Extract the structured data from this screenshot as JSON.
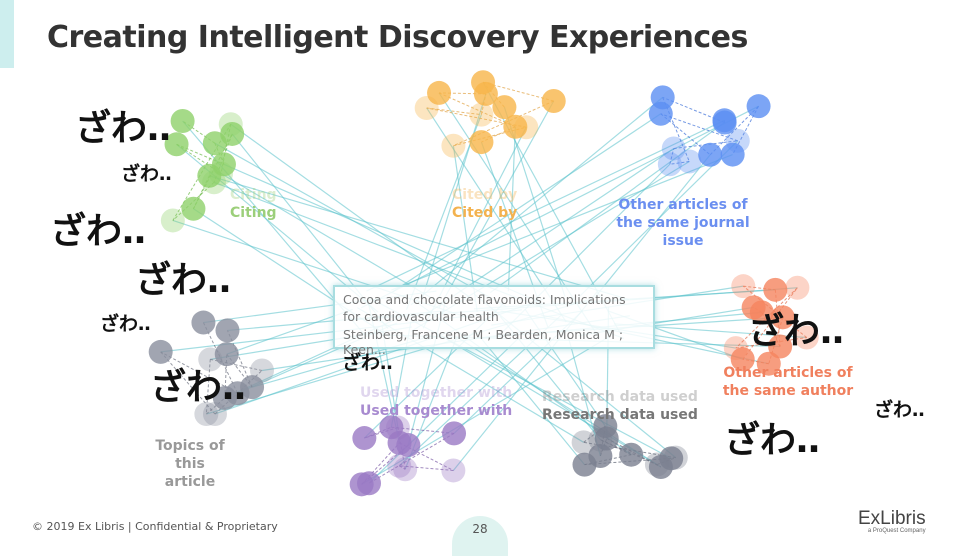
{
  "slide": {
    "title": "Creating Intelligent Discovery Experiences",
    "footer": "© 2019 Ex Libris | Confidential & Proprietary",
    "page_number": "28",
    "logo_text": "ExLibris",
    "logo_sub": "a ProQuest Company"
  },
  "center_card": {
    "title": "Cocoa and chocolate flavonoids: Implications for cardiovascular health",
    "authors": "Steinberg, Francene M ; Bearden, Monica M ; Keen..."
  },
  "clusters": [
    {
      "id": "citing",
      "label": "Citing",
      "color": "#8fd16a",
      "edge": "#6db94a"
    },
    {
      "id": "cited-by",
      "label": "Cited by",
      "color": "#f7b54a",
      "edge": "#e0a040"
    },
    {
      "id": "same-journal",
      "label": "Other articles of the same journal issue",
      "color": "#5b8ff2",
      "edge": "#3b6fd8"
    },
    {
      "id": "same-author",
      "label": "Other articles of the same author",
      "color": "#f5845f",
      "edge": "#e06a48"
    },
    {
      "id": "topics",
      "label": "Topics of this article",
      "color": "#8a8f9e",
      "edge": "#6a6f7e"
    },
    {
      "id": "used-together",
      "label": "Used together with",
      "color": "#9a79c4",
      "edge": "#7a59a4"
    },
    {
      "id": "research-data",
      "label": "Research data used",
      "color": "#7a8090",
      "edge": "#5a6070"
    }
  ],
  "colors": {
    "spoke": "#5bc3cc",
    "label_citing": "#9ccf7a",
    "label_cited": "#f3b24e",
    "label_journal": "#6b8ff0",
    "label_author": "#f0805e",
    "label_topics": "#999999",
    "label_used": "#a88bd0",
    "label_research": "#777777"
  },
  "overlay_text": "ざわ‥"
}
